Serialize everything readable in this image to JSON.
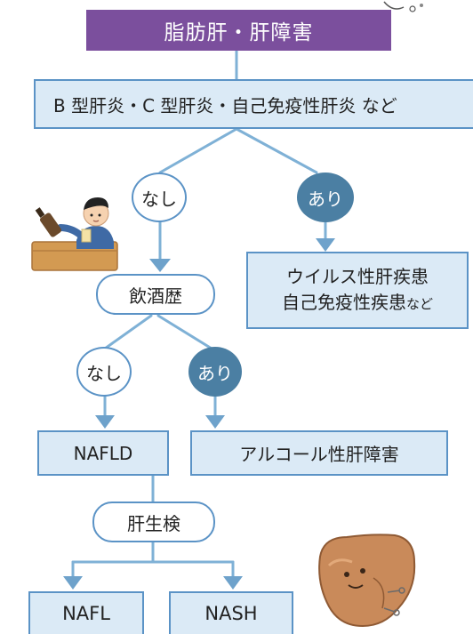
{
  "title": "脂肪肝・肝障害",
  "level1": {
    "text": "B 型肝炎・C 型肝炎・自己免疫性肝炎 など"
  },
  "branch1": {
    "no_label": "なし",
    "yes_label": "あり",
    "yes_result_line1": "ウイルス性肝疾患",
    "yes_result_line2_main": "自己免疫性疾患",
    "yes_result_line2_small": "など"
  },
  "alcohol": {
    "label": "飲酒歴",
    "no_label": "なし",
    "yes_label": "あり",
    "no_result": "NAFLD",
    "yes_result": "アルコール性肝障害"
  },
  "biopsy": {
    "label": "肝生検",
    "left_result": "NAFL",
    "right_result": "NASH"
  },
  "colors": {
    "title_bg": "#7b4f9d",
    "box_bg": "#dbeaf6",
    "box_border": "#5b93c6",
    "connector": "#7fb1d6",
    "filled_circle": "#4b7fa3"
  }
}
